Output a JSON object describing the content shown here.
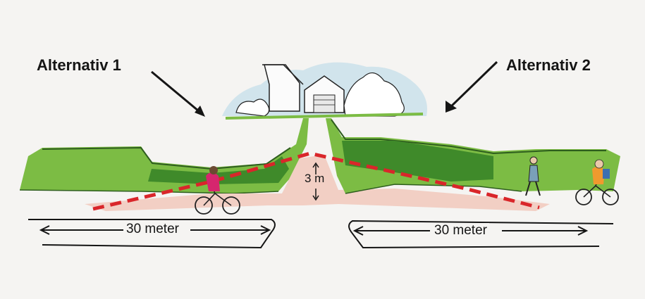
{
  "labels": {
    "alternative_1": "Alternativ 1",
    "alternative_2": "Alternativ 2",
    "distance_left": "30 meter",
    "distance_right": "30 meter",
    "height": "3 m"
  },
  "colors": {
    "grass": "#74b43c",
    "grass_dark": "#3f8a2a",
    "path_line": "#d9262a",
    "road_tint": "#f2cfc4",
    "sky_tint": "#bfdbe6"
  }
}
